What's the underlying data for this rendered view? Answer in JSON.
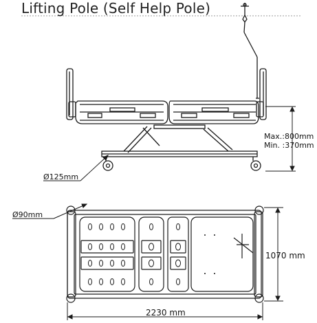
{
  "header": {
    "title": "Lifting Pole (Self Help Pole)"
  },
  "side_view": {
    "height_max_label": "Max.:800mm",
    "height_min_label": "Min. :370mm",
    "caster_label": "Ø125mm"
  },
  "top_view": {
    "wheel_label": "Ø90mm",
    "width_label": "1070 mm",
    "length_label": "2230 mm"
  },
  "colors": {
    "line": "#1a1a1a",
    "divider": "#9a9a9a"
  }
}
